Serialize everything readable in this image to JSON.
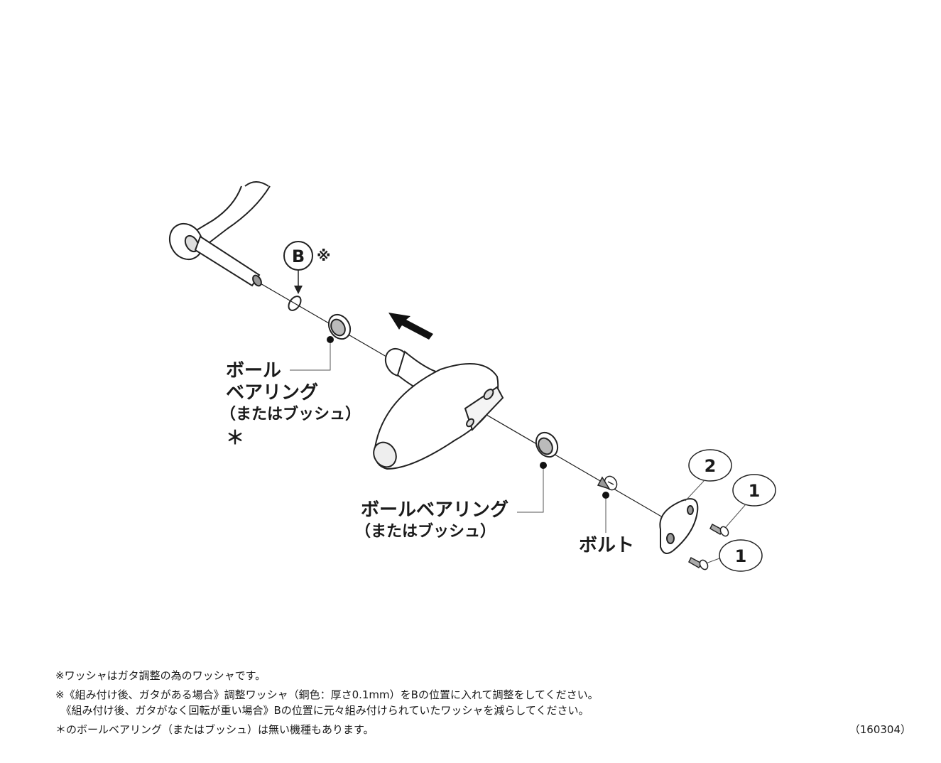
{
  "callouts": {
    "b_letter": "B",
    "b_mark": "※",
    "part_2": "2",
    "part_1a": "1",
    "part_1b": "1"
  },
  "labels": {
    "bearing_top_line1": "ボール",
    "bearing_top_line2": "ベアリング",
    "bearing_top_line3": "（またはブッシュ）",
    "bearing_top_asterisk": "＊",
    "bearing_mid_line1": "ボールベアリング",
    "bearing_mid_line2": "（またはブッシュ）",
    "bolt": "ボルト"
  },
  "notes": {
    "line1": "※ワッシャはガタ調整の為のワッシャです。",
    "line2": "※《組み付け後、ガタがある場合》調整ワッシャ（銅色：厚さ0.1mm）をBの位置に入れて調整をしてください。",
    "line3": "　《組み付け後、ガタがなく回転が重い場合》Bの位置に元々組み付けられていたワッシャを減らしてください。",
    "line4": "＊のボールベアリング（またはブッシュ）は無い機種もあります。",
    "doc_code": "（160304）"
  }
}
